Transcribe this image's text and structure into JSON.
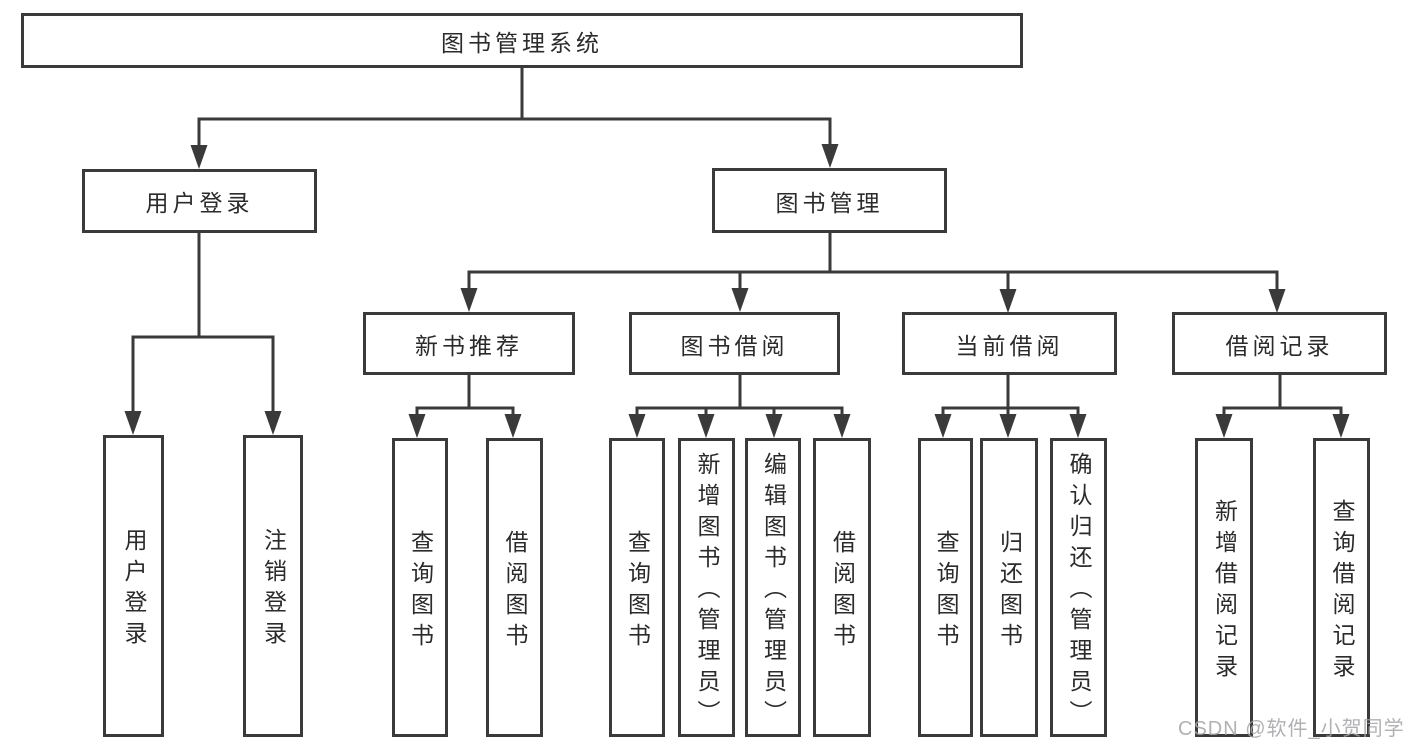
{
  "diagram_title": "图书管理系统",
  "nodes": {
    "root": "图书管理系统",
    "user_login": "用户登录",
    "book_management": "图书管理",
    "user_login_leaf": "用户登录",
    "logout_leaf": "注销登录",
    "new_book_recommend": "新书推荐",
    "book_borrow": "图书借阅",
    "current_borrow": "当前借阅",
    "borrow_records": "借阅记录",
    "nb_query_books": "查询图书",
    "nb_borrow_books": "借阅图书",
    "bb_query_books": "查询图书",
    "bb_add_books": "新增图书（管理员）",
    "bb_edit_books": "编辑图书（管理员）",
    "bb_borrow_books": "借阅图书",
    "cb_query_books": "查询图书",
    "cb_return_books": "归还图书",
    "cb_confirm_return": "确认归还（管理员）",
    "br_add_record": "新增借阅记录",
    "br_query_record": "查询借阅记录"
  },
  "watermark": "CSDN @软件_小贺同学",
  "colors": {
    "line": "#3a3a3a",
    "text": "#2b2b2b",
    "background": "#ffffff",
    "watermark": "#a4a4a8"
  }
}
